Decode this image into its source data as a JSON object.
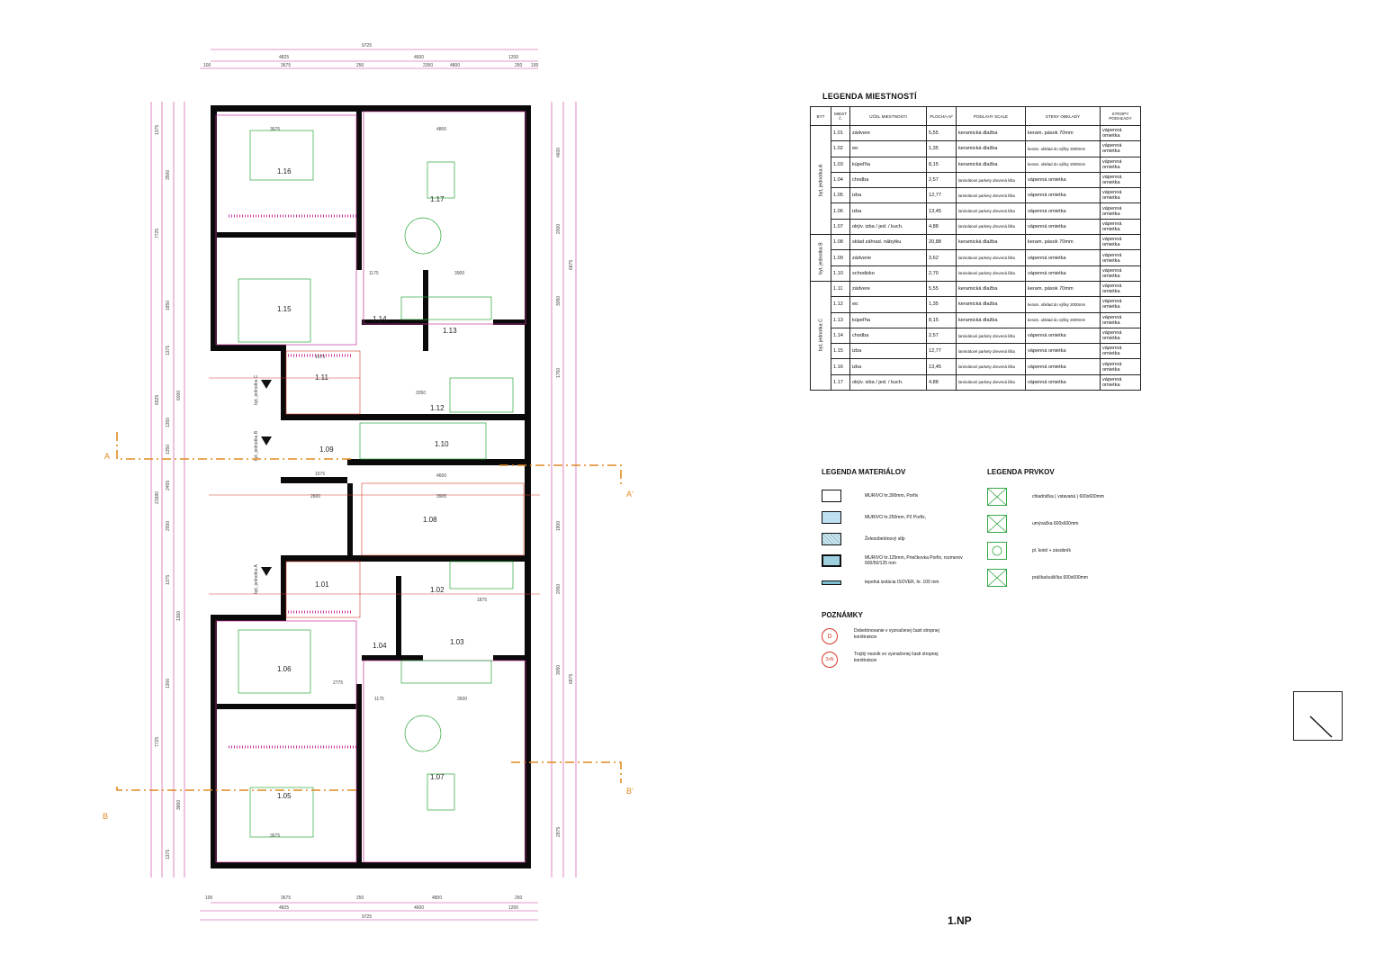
{
  "floor_label": "1.NP",
  "legend_rooms": {
    "title": "LEGENDA MIESTNOSTÍ",
    "headers": [
      "BYT",
      "MIEST č.",
      "ÚČEL MIESTNOSTI",
      "PLOCHA m²",
      "PODLAHY SCALE",
      "STENY OBKLADY",
      "STROPY PODHĽADY"
    ],
    "groups": [
      {
        "label": "byt, jednotka A",
        "rows": [
          {
            "no": "1.01",
            "name": "zádvere",
            "area": "5,55",
            "floor": "keramická dlažba",
            "wall": "keram. pások 70mm",
            "ceil": "vápenná omietka"
          },
          {
            "no": "1.02",
            "name": "wc",
            "area": "1,35",
            "floor": "keramická dlažba",
            "wall": "keram. obklad do výšky 2000mm",
            "ceil": "vápenná omietka"
          },
          {
            "no": "1.03",
            "name": "kúpeľňa",
            "area": "8,15",
            "floor": "keramická dlažba",
            "wall": "keram. obklad do výšky 2000mm",
            "ceil": "vápenná omietka"
          },
          {
            "no": "1.04",
            "name": "chodba",
            "area": "2,57",
            "floor": "laminátové parkety drevená lišta",
            "wall": "vápenná omietka",
            "ceil": "vápenná omietka"
          },
          {
            "no": "1.05",
            "name": "izba",
            "area": "12,77",
            "floor": "laminátové parkety drevená lišta",
            "wall": "vápenná omietka",
            "ceil": "vápenná omietka"
          },
          {
            "no": "1.06",
            "name": "izba",
            "area": "13,45",
            "floor": "laminátové parkety drevená lišta",
            "wall": "vápenná omietka",
            "ceil": "vápenná omietka"
          },
          {
            "no": "1.07",
            "name": "obýv. izba / jed. / kuch.",
            "area": "4,88",
            "floor": "laminátové parkety drevená lišta",
            "wall": "vápenná omietka",
            "ceil": "vápenná omietka"
          }
        ]
      },
      {
        "label": "byt, jednotka B",
        "rows": [
          {
            "no": "1.08",
            "name": "sklad záhrad. nábytku",
            "area": "20,88",
            "floor": "keramická dlažba",
            "wall": "keram. pások 70mm",
            "ceil": "vápenná omietka"
          },
          {
            "no": "1.09",
            "name": "zádverie",
            "area": "3,62",
            "floor": "laminátové parkety drevená lišta",
            "wall": "vápenná omietka",
            "ceil": "vápenná omietka"
          },
          {
            "no": "1.10",
            "name": "schodisko",
            "area": "2,70",
            "floor": "laminátové parkety drevená lišta",
            "wall": "vápenná omietka",
            "ceil": "vápenná omietka"
          }
        ]
      },
      {
        "label": "byt, jednotka C",
        "rows": [
          {
            "no": "1.11",
            "name": "zádvere",
            "area": "5,55",
            "floor": "keramická dlažba",
            "wall": "keram. pások 70mm",
            "ceil": "vápenná omietka"
          },
          {
            "no": "1.12",
            "name": "wc",
            "area": "1,35",
            "floor": "keramická dlažba",
            "wall": "keram. obklad do výšky 2000mm",
            "ceil": "vápenná omietka"
          },
          {
            "no": "1.13",
            "name": "kúpeľňa",
            "area": "8,15",
            "floor": "keramická dlažba",
            "wall": "keram. obklad do výšky 2000mm",
            "ceil": "vápenná omietka"
          },
          {
            "no": "1.14",
            "name": "chodba",
            "area": "2,57",
            "floor": "laminátové parkety drevená lišta",
            "wall": "vápenná omietka",
            "ceil": "vápenná omietka"
          },
          {
            "no": "1.15",
            "name": "izba",
            "area": "12,77",
            "floor": "laminátové parkety drevená lišta",
            "wall": "vápenná omietka",
            "ceil": "vápenná omietka"
          },
          {
            "no": "1.16",
            "name": "izba",
            "area": "13,45",
            "floor": "laminátové parkety drevená lišta",
            "wall": "vápenná omietka",
            "ceil": "vápenná omietka"
          },
          {
            "no": "1.17",
            "name": "obýv. izba / jed. / kuch.",
            "area": "4,88",
            "floor": "laminátové parkety drevená lišta",
            "wall": "vápenná omietka",
            "ceil": "vápenná omietka"
          }
        ]
      }
    ]
  },
  "legend_materials": {
    "title": "LEGENDA MATERIÁLOV",
    "items": [
      {
        "label": "MURIVO hr.300mm, Porfix"
      },
      {
        "label": "MURIVO hr.250mm, P2 Porfix,"
      },
      {
        "label": "Železobetónový stĺp"
      },
      {
        "label": "MURIVO hr.125mm, Priečkovka Porfix, rozmerov 600/50/125 mm"
      },
      {
        "label": "tepelná izolácia ISOVER, hr. 100 mm"
      }
    ]
  },
  "legend_elements": {
    "title": "LEGENDA PRVKOV",
    "items": [
      {
        "label": "chladnička ( vstavaná ) 600x600mm",
        "icon": "fridge-icon"
      },
      {
        "label": "umývačka 600x600mm",
        "icon": "dishwasher-icon"
      },
      {
        "label": "pl. kotol + zásobník",
        "icon": "boiler-icon"
      },
      {
        "label": "práčka/sušička 600x600mm",
        "icon": "washer-icon"
      }
    ]
  },
  "notes": {
    "title": "POZNÁMKY",
    "items": [
      {
        "symbol": "D",
        "text": "Dobetónovanie v vyznačenej časti stropnej konštrukcie"
      },
      {
        "symbol": "3xN",
        "text": "Trojitý nosník vo vyznačenej časti stropnej konštrukcie"
      }
    ]
  },
  "plan": {
    "rooms": [
      {
        "id": "1.16"
      },
      {
        "id": "1.17"
      },
      {
        "id": "1.15"
      },
      {
        "id": "1.14"
      },
      {
        "id": "1.13"
      },
      {
        "id": "1.12"
      },
      {
        "id": "1.11"
      },
      {
        "id": "1.09"
      },
      {
        "id": "1.10"
      },
      {
        "id": "1.08"
      },
      {
        "id": "1.01"
      },
      {
        "id": "1.02"
      },
      {
        "id": "1.03"
      },
      {
        "id": "1.04"
      },
      {
        "id": "1.06"
      },
      {
        "id": "1.05"
      },
      {
        "id": "1.07"
      }
    ],
    "units": [
      {
        "label": "byt, jednotka C"
      },
      {
        "label": "byt, jednotka B"
      },
      {
        "label": "byt, jednotka A"
      }
    ],
    "sections": [
      "A",
      "A'",
      "B",
      "B'"
    ],
    "dims_top": [
      "9725",
      "4825",
      "4600",
      "1200",
      "100",
      "3675",
      "250",
      "2350",
      "4800",
      "250",
      "100"
    ],
    "dims_bottom": [
      "100",
      "3675",
      "250",
      "4800",
      "250",
      "4825",
      "4600",
      "1200",
      "9725"
    ],
    "dims_left": [
      "1375",
      "3500",
      "1850",
      "7725",
      "1375",
      "6925",
      "6000",
      "1350",
      "1350",
      "2455",
      "21980",
      "2550",
      "1375",
      "1300",
      "1300",
      "7725",
      "3860",
      "1375"
    ],
    "dims_right": [
      "4600",
      "6875",
      "2000",
      "1750",
      "3050",
      "6875",
      "1800",
      "2050",
      "3050",
      "2875"
    ],
    "interior_dims": [
      "3675",
      "4800",
      "1175",
      "3900",
      "2050",
      "1575",
      "2600",
      "1675",
      "3905",
      "4600",
      "1875",
      "1175",
      "3500",
      "3675",
      "2775"
    ]
  }
}
